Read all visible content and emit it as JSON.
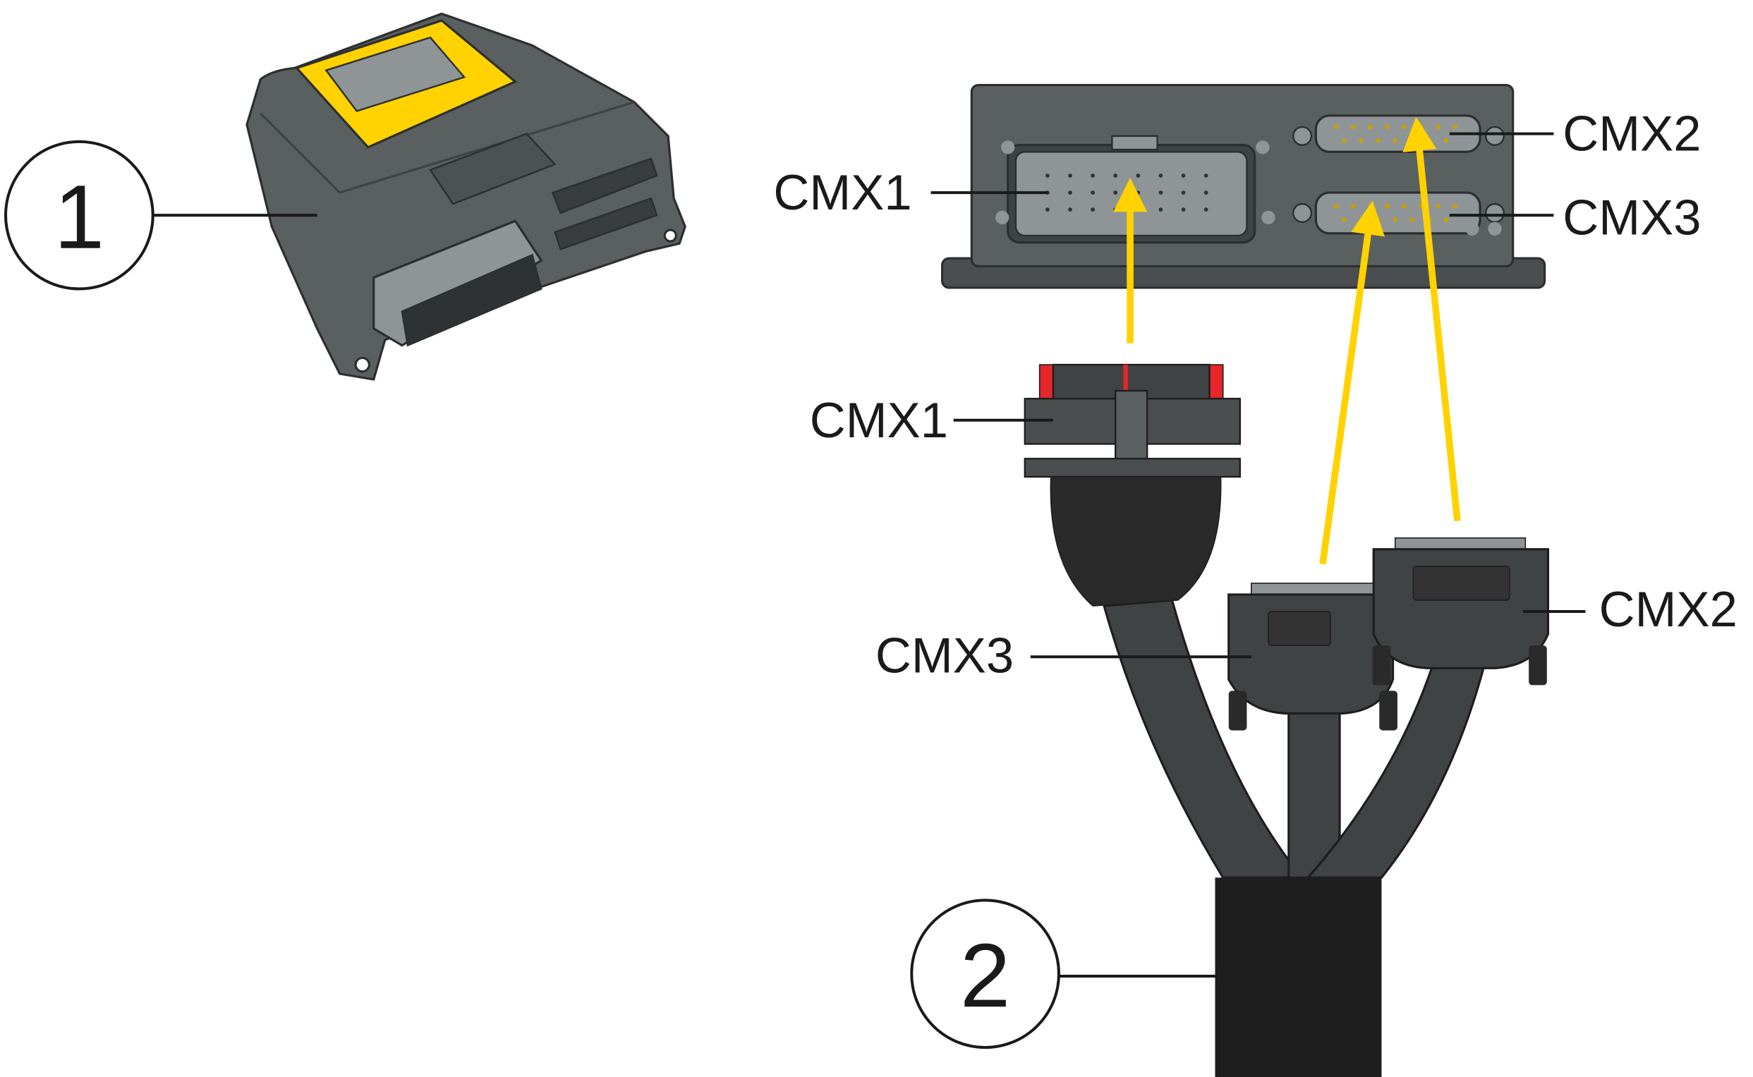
{
  "callouts": {
    "item1": "1",
    "item2": "2"
  },
  "labels": {
    "ecu_cmx1": "CMX1",
    "ecu_cmx2": "CMX2",
    "ecu_cmx3": "CMX3",
    "harness_cmx1": "CMX1",
    "harness_cmx2": "CMX2",
    "harness_cmx3": "CMX3"
  },
  "colors": {
    "housing": "#5a5f60",
    "housing_dark": "#3f4344",
    "accent_yellow": "#ffd200",
    "display_grey": "#8f9596",
    "latch_red": "#e5262a",
    "sleeve": "#1e1e1e"
  }
}
